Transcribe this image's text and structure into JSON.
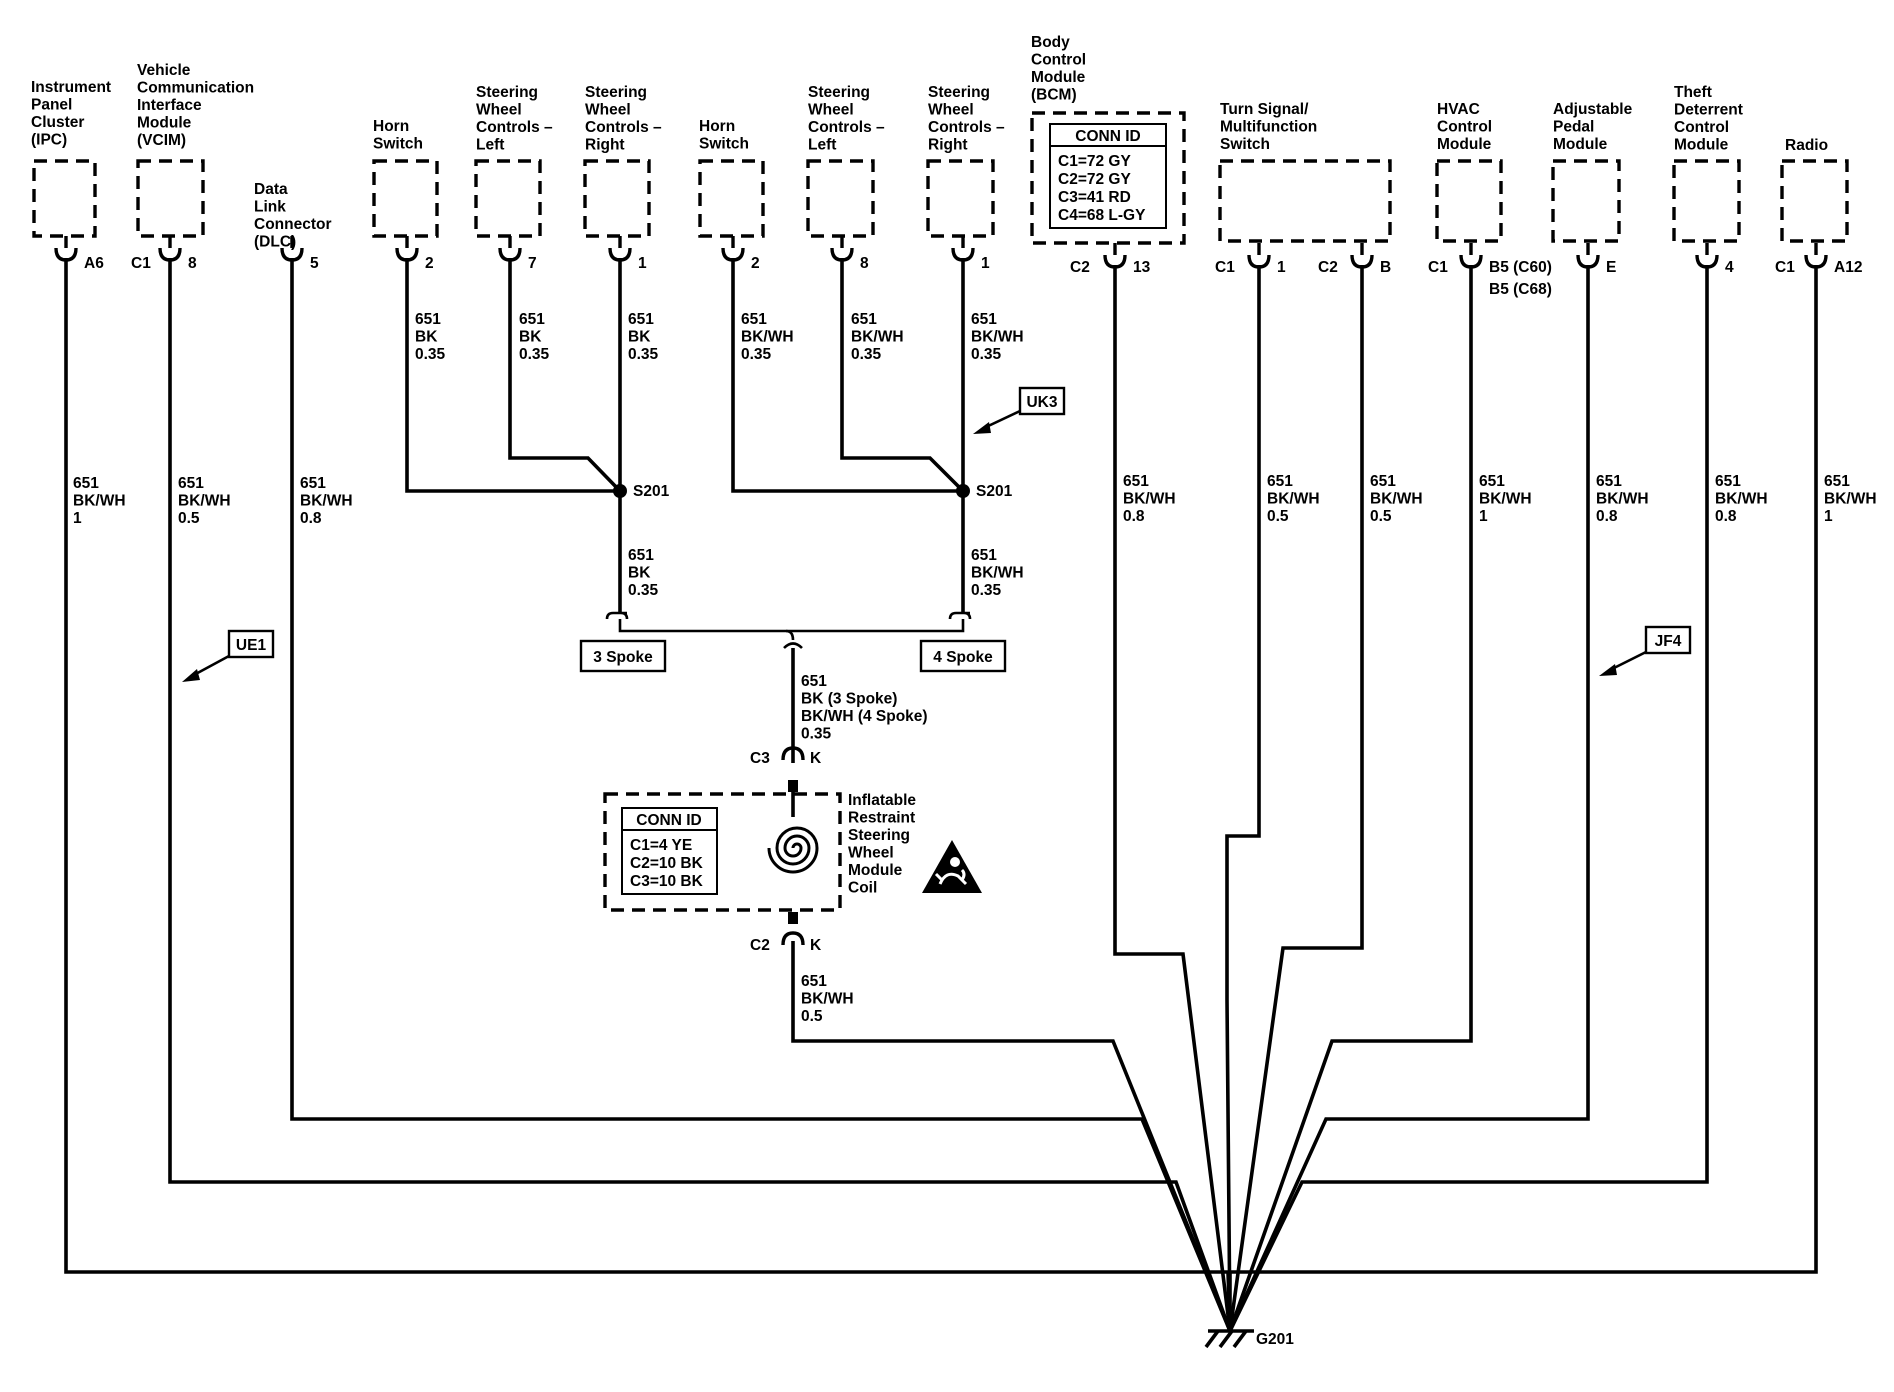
{
  "components": {
    "ipc": [
      "Instrument",
      "Panel",
      "Cluster",
      "(IPC)"
    ],
    "vcim": [
      "Vehicle",
      "Communication",
      "Interface",
      "Module",
      "(VCIM)"
    ],
    "dlc": [
      "Data",
      "Link",
      "Connector",
      "(DLC)"
    ],
    "horn_switch_a": [
      "Horn",
      "Switch"
    ],
    "swc_left_a": [
      "Steering",
      "Wheel",
      "Controls –",
      "Left"
    ],
    "swc_right_a": [
      "Steering",
      "Wheel",
      "Controls –",
      "Right"
    ],
    "horn_switch_b": [
      "Horn",
      "Switch"
    ],
    "swc_left_b": [
      "Steering",
      "Wheel",
      "Controls –",
      "Left"
    ],
    "swc_right_b": [
      "Steering",
      "Wheel",
      "Controls –",
      "Right"
    ],
    "bcm": [
      "Body",
      "Control",
      "Module",
      "(BCM)"
    ],
    "turn_signal": [
      "Turn Signal/",
      "Multifunction",
      "Switch"
    ],
    "hvac": [
      "HVAC",
      "Control",
      "Module"
    ],
    "pedal": [
      "Adjustable",
      "Pedal",
      "Module"
    ],
    "theft": [
      "Theft",
      "Deterrent",
      "Control",
      "Module"
    ],
    "radio": [
      "Radio"
    ],
    "coil": [
      "Inflatable",
      "Restraint",
      "Steering",
      "Wheel",
      "Module",
      "Coil"
    ]
  },
  "conn_id_bcm": {
    "title": "CONN ID",
    "rows": [
      "C1=72 GY",
      "C2=72 GY",
      "C3=41 RD",
      "C4=68 L-GY"
    ]
  },
  "conn_id_coil": {
    "title": "CONN ID",
    "rows": [
      "C1=4 YE",
      "C2=10 BK",
      "C3=10 BK"
    ]
  },
  "pins": {
    "ipc": {
      "conn": "",
      "pin": "A6"
    },
    "vcim": {
      "conn": "C1",
      "pin": "8"
    },
    "dlc": {
      "conn": "",
      "pin": "5"
    },
    "horn_a": {
      "conn": "",
      "pin": "2"
    },
    "swcl_a": {
      "conn": "",
      "pin": "7"
    },
    "swcr_a": {
      "conn": "",
      "pin": "1"
    },
    "horn_b": {
      "conn": "",
      "pin": "2"
    },
    "swcl_b": {
      "conn": "",
      "pin": "8"
    },
    "swcr_b": {
      "conn": "",
      "pin": "1"
    },
    "bcm": {
      "conn": "C2",
      "pin": "13"
    },
    "turn_c1": {
      "conn": "C1",
      "pin": "1"
    },
    "turn_c2": {
      "conn": "C2",
      "pin": "B"
    },
    "hvac": {
      "conn": "C1",
      "pin": "B5 (C60)",
      "pin2": "B5 (C68)"
    },
    "pedal": {
      "conn": "",
      "pin": "E"
    },
    "theft": {
      "conn": "",
      "pin": "4"
    },
    "radio": {
      "conn": "C1",
      "pin": "A12"
    },
    "coil_top": {
      "conn": "C3",
      "pin": "K"
    },
    "coil_bottom": {
      "conn": "C2",
      "pin": "K"
    }
  },
  "wires": {
    "ipc": [
      "651",
      "BK/WH",
      "1"
    ],
    "vcim": [
      "651",
      "BK/WH",
      "0.5"
    ],
    "dlc": [
      "651",
      "BK/WH",
      "0.8"
    ],
    "horn_a": [
      "651",
      "BK",
      "0.35"
    ],
    "swcl_a": [
      "651",
      "BK",
      "0.35"
    ],
    "swcr_a": [
      "651",
      "BK",
      "0.35"
    ],
    "horn_b": [
      "651",
      "BK/WH",
      "0.35"
    ],
    "swcl_b": [
      "651",
      "BK/WH",
      "0.35"
    ],
    "swcr_b": [
      "651",
      "BK/WH",
      "0.35"
    ],
    "s201a_out": [
      "651",
      "BK",
      "0.35"
    ],
    "s201b_out": [
      "651",
      "BK/WH",
      "0.35"
    ],
    "coil_in": [
      "651",
      "BK (3 Spoke)",
      "BK/WH (4 Spoke)",
      "0.35"
    ],
    "coil_out": [
      "651",
      "BK/WH",
      "0.5"
    ],
    "bcm": [
      "651",
      "BK/WH",
      "0.8"
    ],
    "turn_c1": [
      "651",
      "BK/WH",
      "0.5"
    ],
    "turn_c2": [
      "651",
      "BK/WH",
      "0.5"
    ],
    "hvac": [
      "651",
      "BK/WH",
      "1"
    ],
    "pedal": [
      "651",
      "BK/WH",
      "0.8"
    ],
    "theft": [
      "651",
      "BK/WH",
      "0.8"
    ],
    "radio": [
      "651",
      "BK/WH",
      "1"
    ]
  },
  "splices": {
    "a": "S201",
    "b": "S201"
  },
  "options": {
    "spoke3": "3 Spoke",
    "spoke4": "4 Spoke"
  },
  "option_codes": {
    "ue1": "UE1",
    "uk3": "UK3",
    "jf4": "JF4"
  },
  "ground": "G201"
}
